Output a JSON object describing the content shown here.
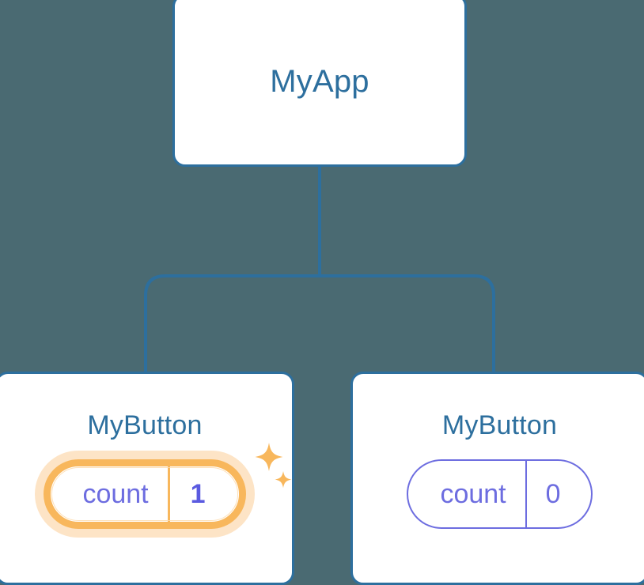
{
  "diagram": {
    "type": "component-tree",
    "title_text": "MyApp",
    "background_color": "#4a6a72",
    "connector_color": "#2d6f9e",
    "node_border_color": "#2d6f9e",
    "node_title_color": "#2d6f9e",
    "state_color": "#6d6de0",
    "highlight_color": "#f8b75c",
    "highlight_glow_color": "#fabe76"
  },
  "root": {
    "name": "MyApp",
    "label": "MyApp"
  },
  "children": [
    {
      "label": "MyButton",
      "state": {
        "key": "count",
        "value": "1"
      },
      "highlighted": true,
      "sparkle_icon": "sparkles-icon"
    },
    {
      "label": "MyButton",
      "state": {
        "key": "count",
        "value": "0"
      },
      "highlighted": false,
      "sparkle_icon": null
    }
  ]
}
